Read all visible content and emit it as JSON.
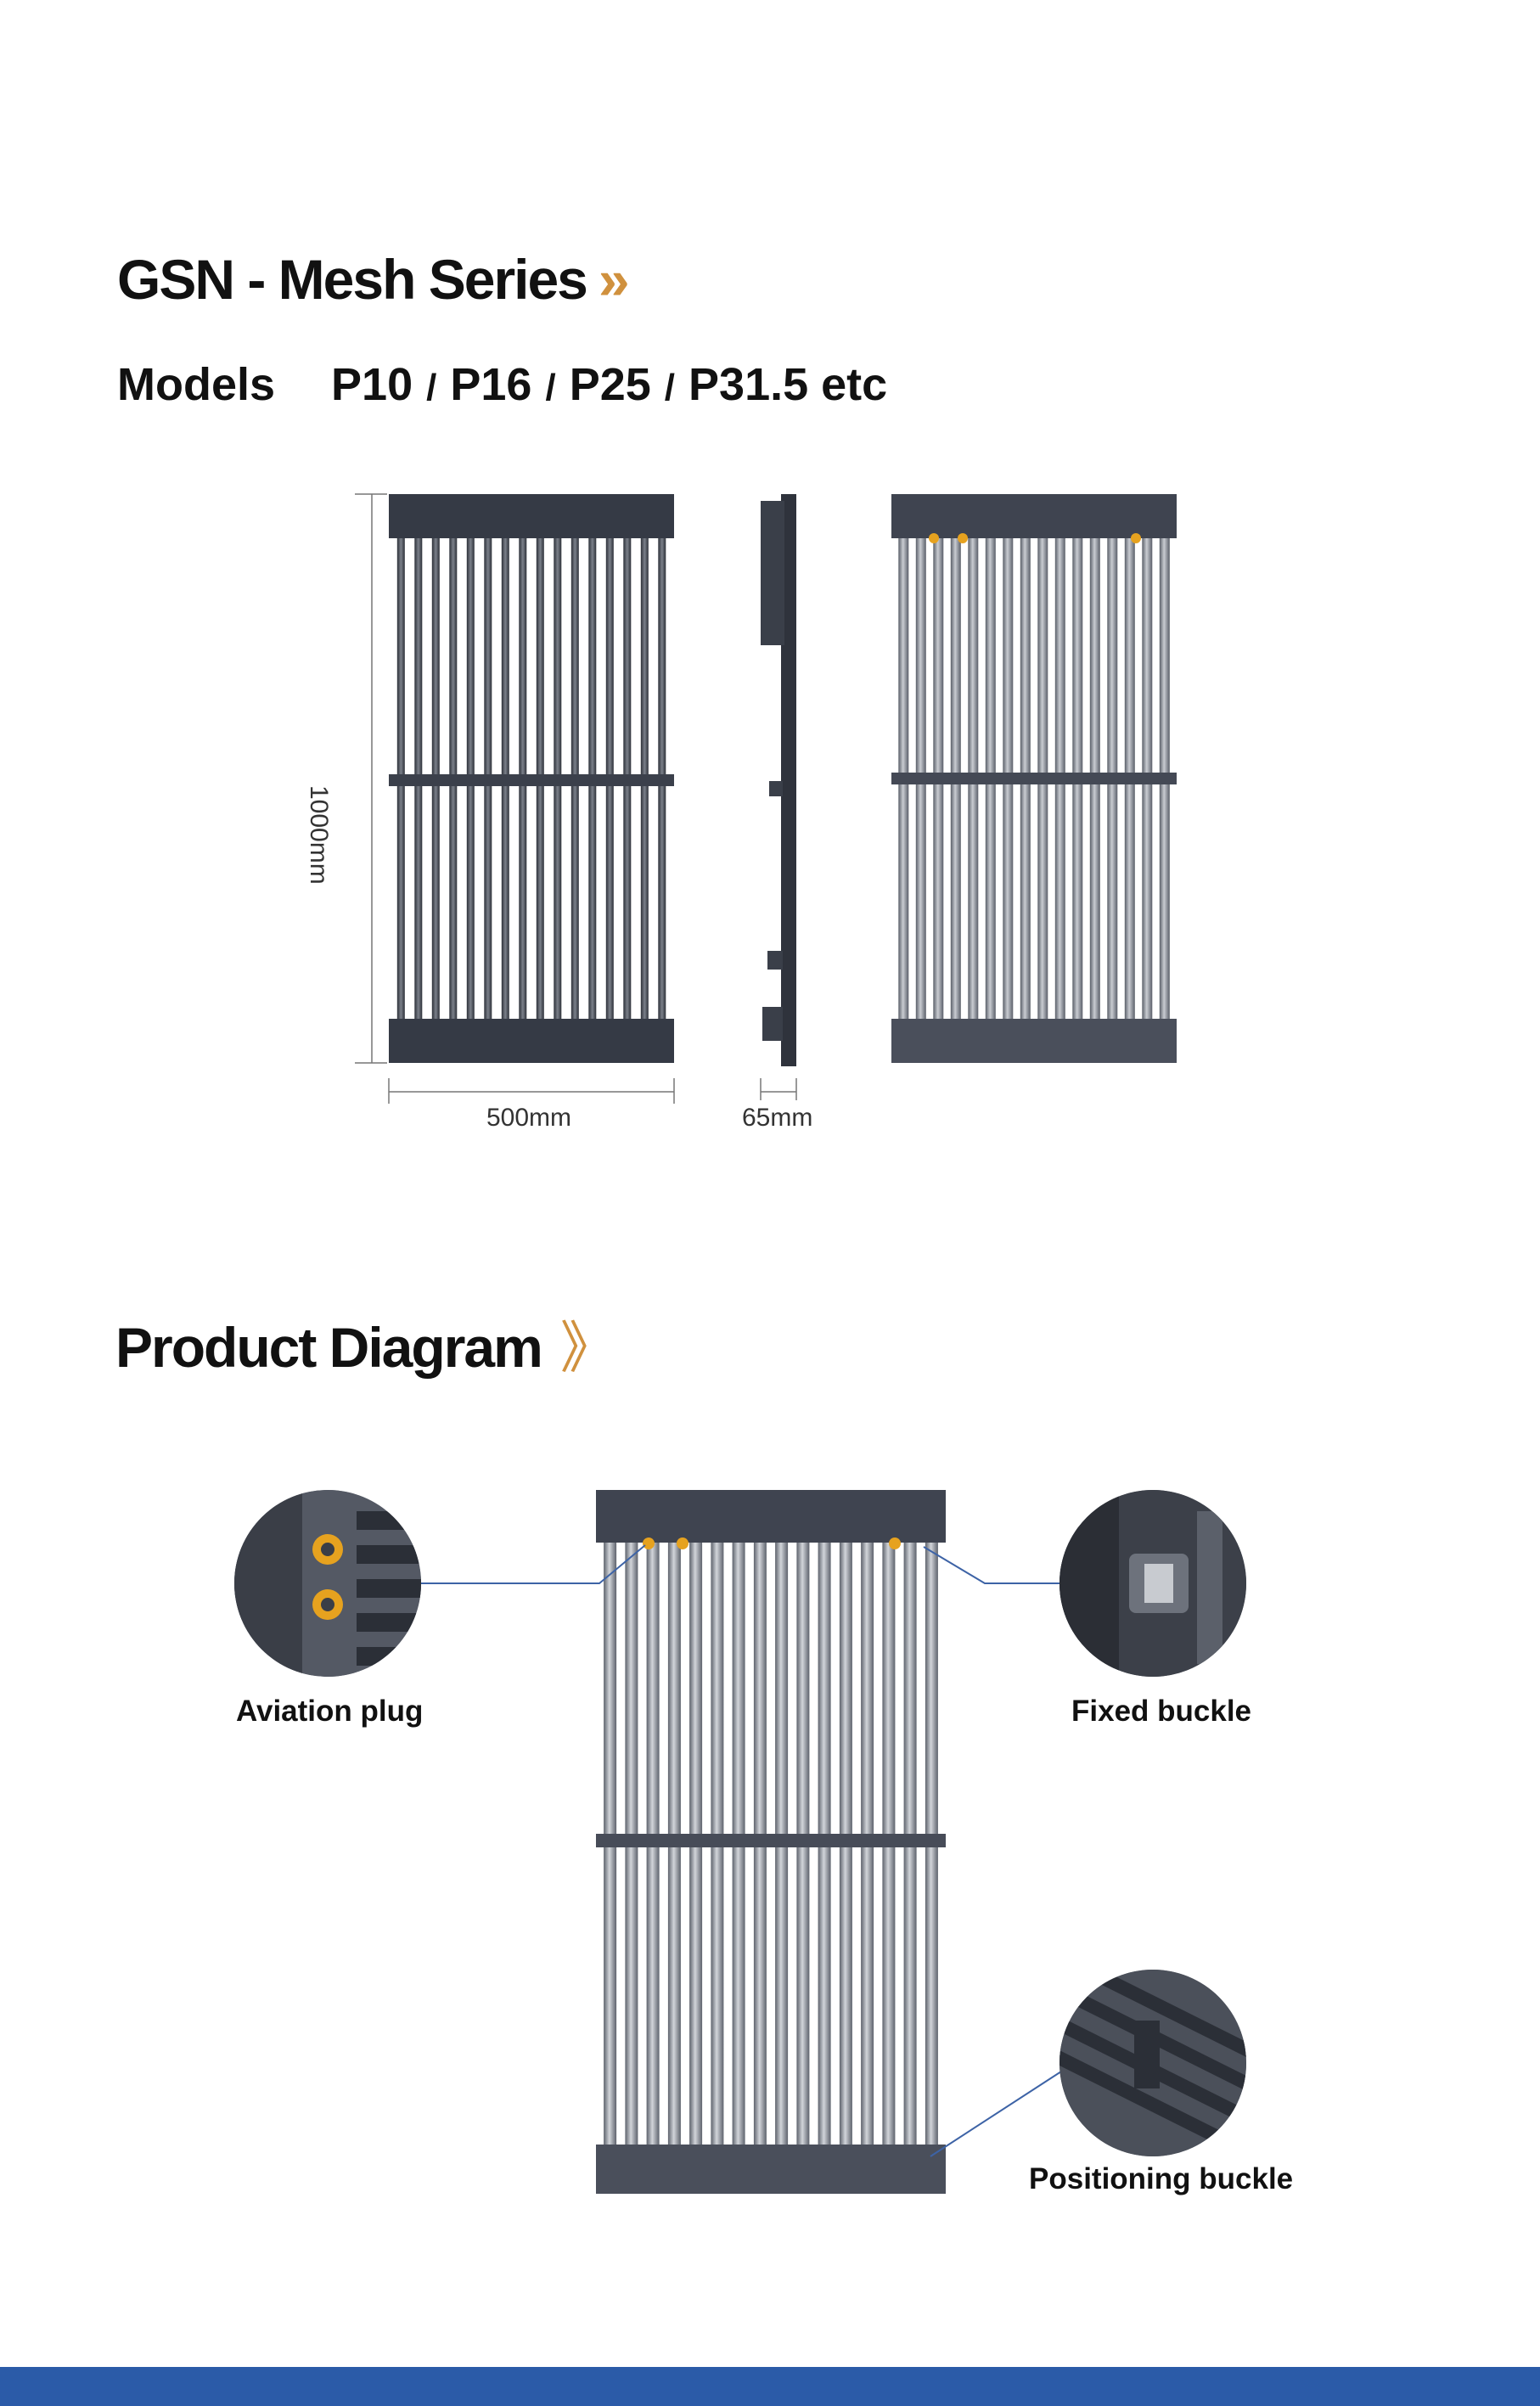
{
  "series": {
    "title": "GSN - Mesh Series",
    "chevron": "»"
  },
  "models": {
    "label": "Models",
    "items": [
      "P10",
      "P16",
      "P25",
      "P31.5 etc"
    ],
    "separator": "/"
  },
  "dimensions": {
    "height": "1000mm",
    "width": "500mm",
    "depth": "65mm"
  },
  "diagram": {
    "title": "Product Diagram",
    "chevron": "》",
    "callouts": {
      "aviation_plug": "Aviation plug",
      "fixed_buckle": "Fixed buckle",
      "positioning_buckle": "Positioning buckle"
    }
  },
  "colors": {
    "accent": "#d0913e",
    "footer": "#2b5ba8",
    "panel": "#3b3f4a",
    "callout_line": "#3d63a6"
  }
}
